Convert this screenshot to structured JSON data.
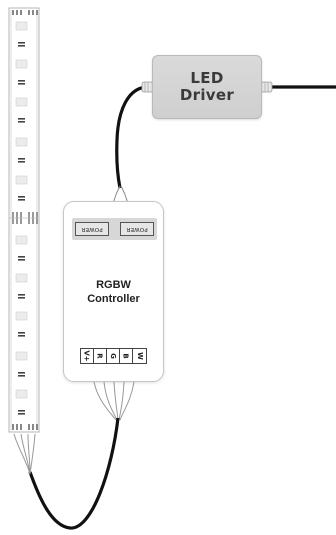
{
  "driver": {
    "line1": "LED",
    "line2": "Driver"
  },
  "controller": {
    "line1": "RGBW",
    "line2": "Controller",
    "power_labels": [
      "POWER",
      "POWER"
    ],
    "terminals": [
      "V+",
      "R",
      "G",
      "B",
      "W"
    ]
  },
  "colors": {
    "cable": "#111111",
    "driver_body": "#d4d4d4",
    "strip_body": "#ffffff",
    "led_pad": "#e6e6e6",
    "wire": "#9a9a9a"
  }
}
